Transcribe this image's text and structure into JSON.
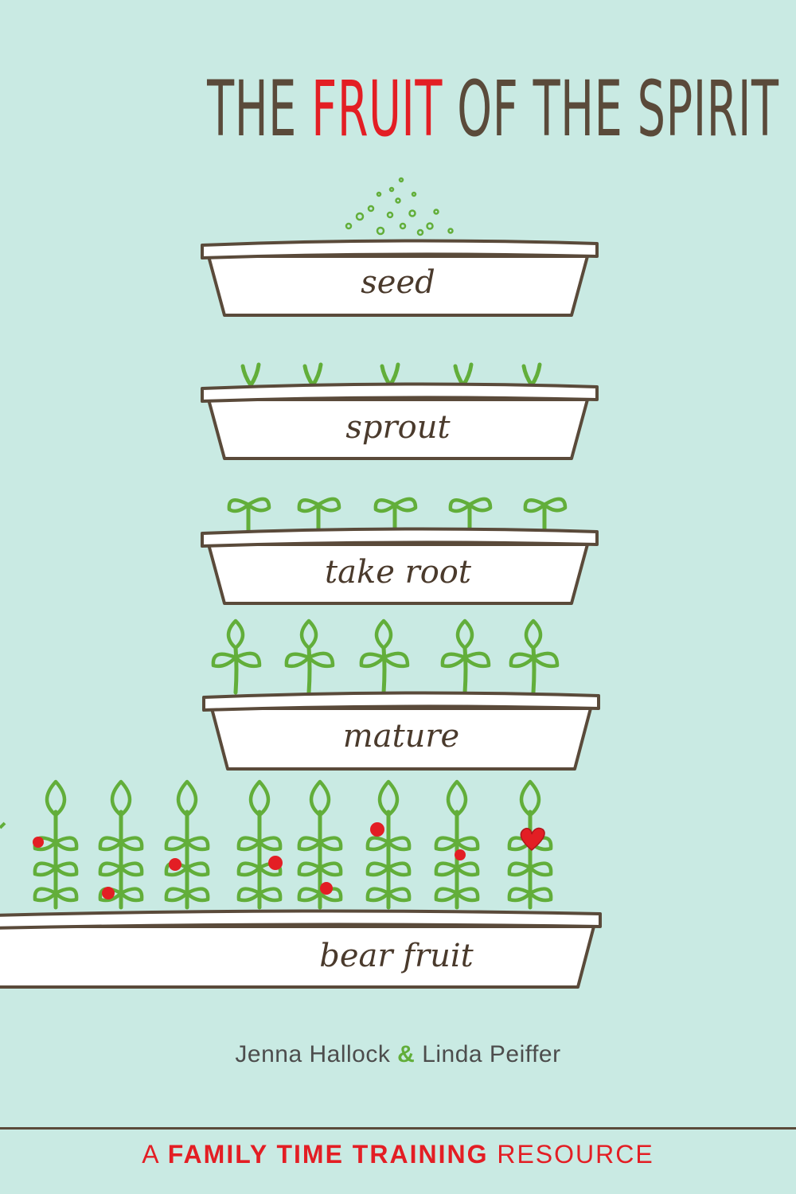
{
  "cover": {
    "title_before": "THE ",
    "title_highlight": "FRUIT",
    "title_after": " OF THE SPIRIT",
    "stages": {
      "seed": "seed",
      "sprout": "sprout",
      "take_root": "take root",
      "mature": "mature",
      "bear_fruit": "bear fruit"
    },
    "author_1": "Jenna Hallock",
    "author_separator": "&",
    "author_2": "Linda Peiffer",
    "tagline_prefix": "A",
    "tagline_emphasis": "FAMILY TIME TRAINING",
    "tagline_suffix": "RESOURCE"
  },
  "colors": {
    "background": "#c9eae3",
    "title_brown": "#5a4a3a",
    "title_red": "#e31e24",
    "plant_green": "#62ae3a",
    "fruit_red": "#e31e24",
    "planter_fill": "#ffffff"
  }
}
